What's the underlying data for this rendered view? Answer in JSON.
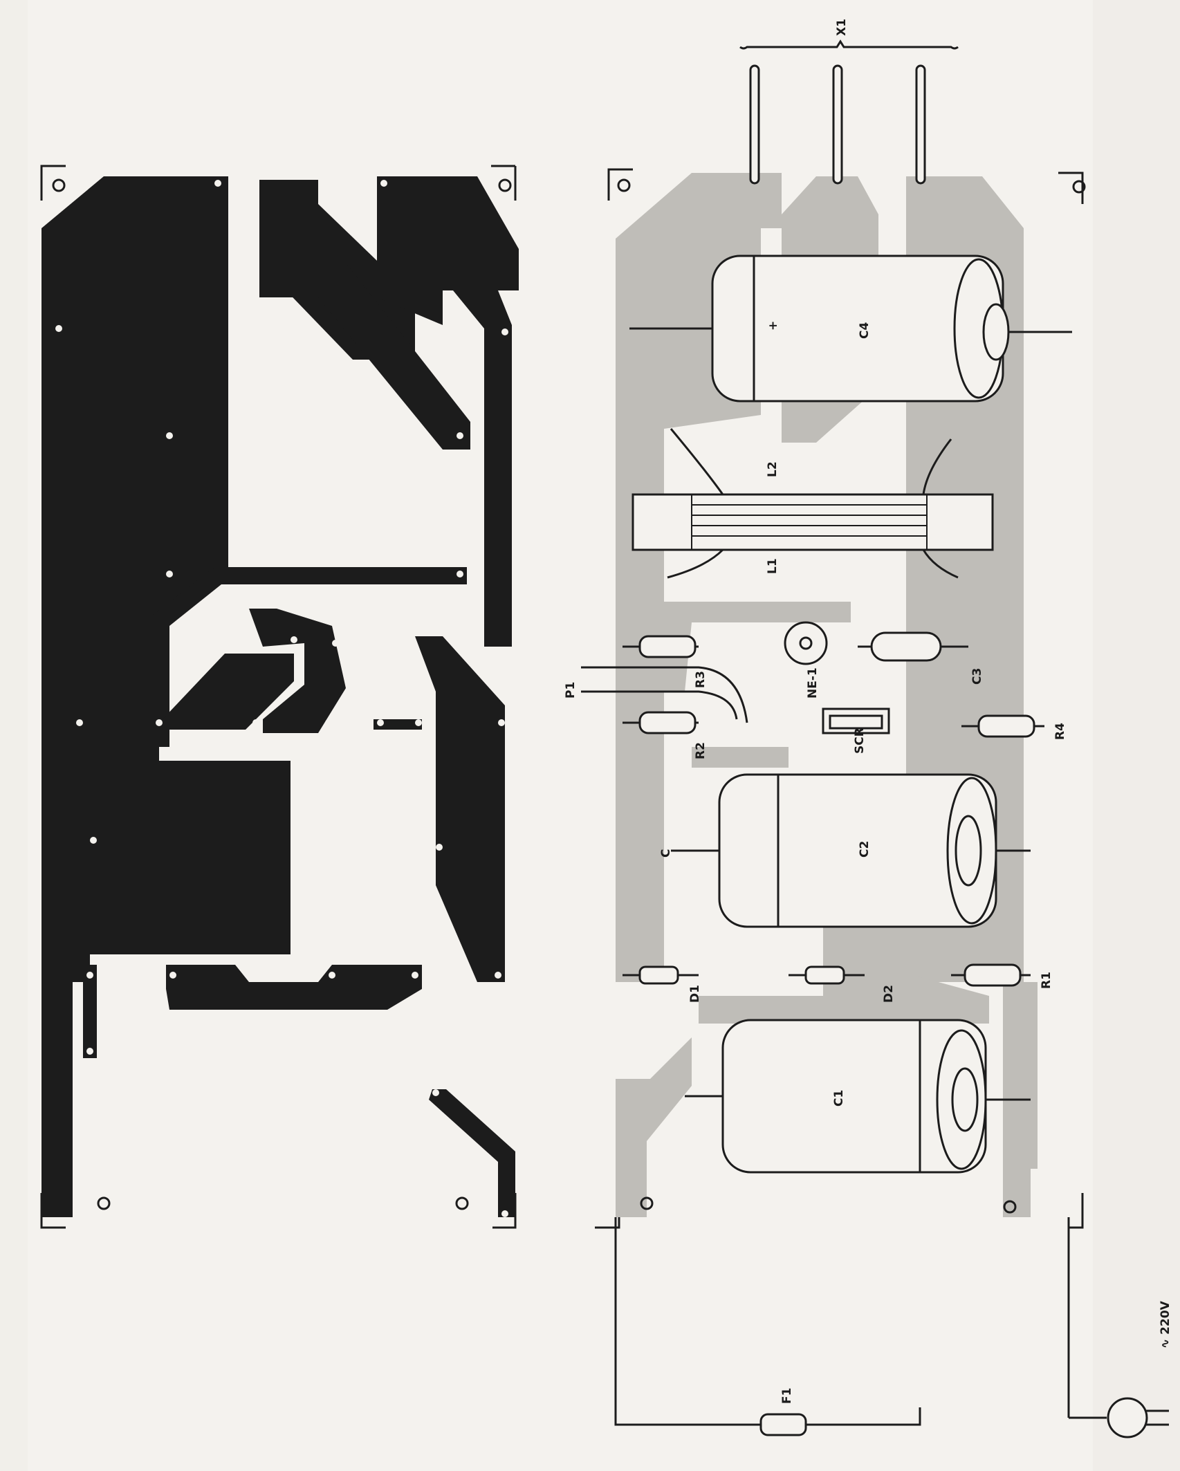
{
  "labels": {
    "connector": "X1",
    "c4": "C4",
    "c4_polarity": "+",
    "l2": "L2",
    "l1": "L1",
    "r3": "R3",
    "ne1": "NE-1",
    "c3": "C3",
    "p1": "P1",
    "r2": "R2",
    "scr": "SCR",
    "r4": "R4",
    "c": "C",
    "c2": "C2",
    "d1": "D1",
    "d2": "D2",
    "r1": "R1",
    "c1": "C1",
    "f1": "F1",
    "mains": "∿ 220V"
  }
}
